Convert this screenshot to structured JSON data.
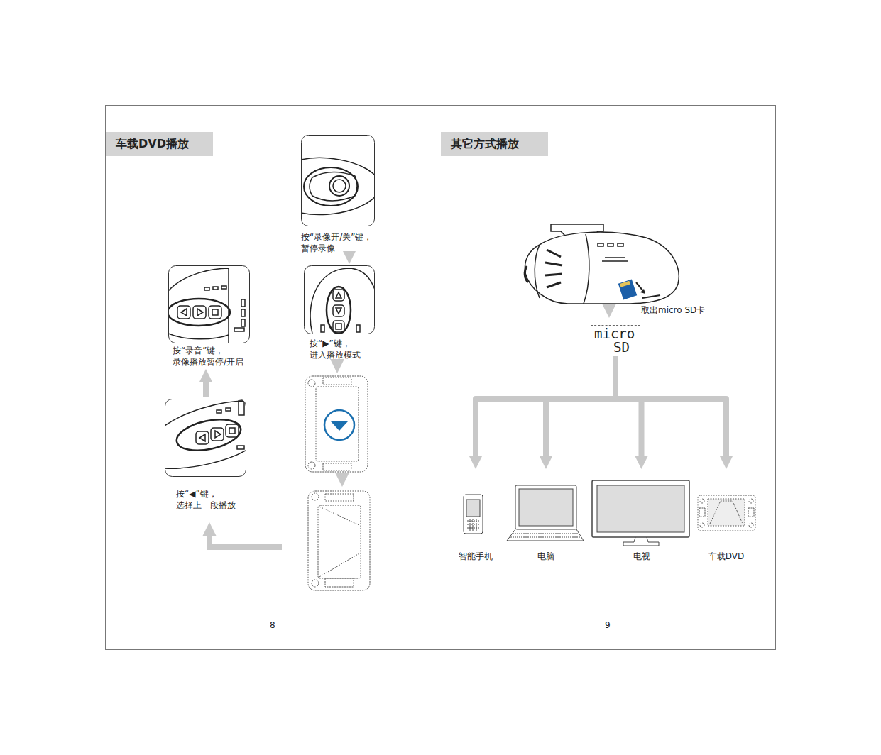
{
  "diagram": {
    "nodes": [
      {
        "text": [
          "车载DVD播放"
        ]
      },
      {
        "text": [
          "按“录像开/关”键， 暂停录像"
        ]
      },
      {
        "text": [
          "按“▶”键， 进入播放模式"
        ]
      },
      {
        "text": [
          "按“◀”键， 选择上一段播放"
        ]
      },
      {
        "text": [
          "按“录音”键， 录像播放暂停/开启"
        ]
      },
      {
        "text": [
          "其它方式播放"
        ]
      },
      {
        "text": [
          "micro",
          "SD"
        ]
      },
      {
        "text": [
          "智能手机"
        ]
      },
      {
        "text": [
          "电脑"
        ]
      },
      {
        "text": [
          "电视"
        ]
      },
      {
        "text": [
          "车载DVD"
        ]
      }
    ],
    "edges": [
      {
        "from": 1,
        "to": 2,
        "arrow": "to"
      },
      {
        "from": 3,
        "to": 4,
        "arrow": "to"
      },
      {
        "from": 6,
        "to": 7,
        "arrow": "to"
      },
      {
        "from": 6,
        "to": 8,
        "arrow": "to"
      },
      {
        "from": 6,
        "to": 9,
        "arrow": "to"
      },
      {
        "from": 6,
        "to": 10,
        "arrow": "to"
      }
    ],
    "labels": [
      "取出micro SD卡",
      "8",
      "9"
    ]
  }
}
